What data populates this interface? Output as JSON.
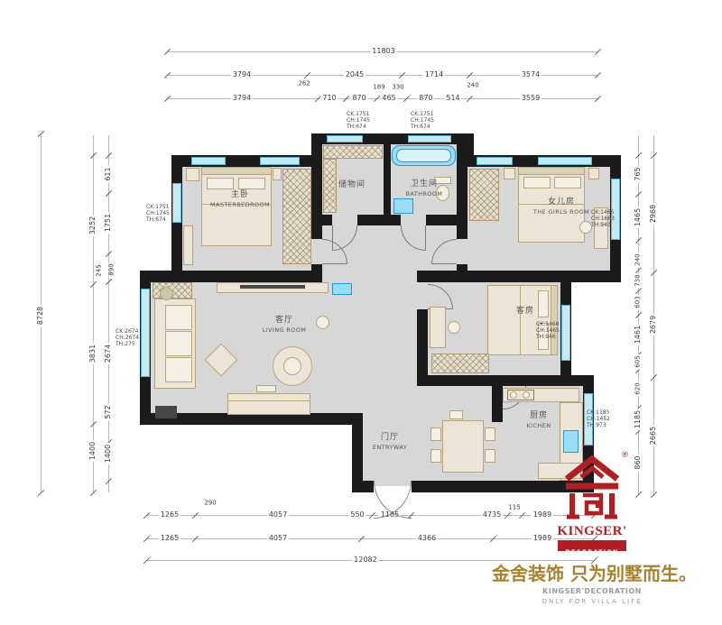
{
  "dimensions": {
    "top": {
      "total": "11803",
      "row1": [
        "3794",
        "2045",
        "1714",
        "3574"
      ],
      "row1_small": [
        "262",
        "240"
      ],
      "row2_small": [
        "189",
        "330"
      ],
      "row2": [
        "3794",
        "710",
        "870",
        "465",
        "870",
        "514",
        "3559"
      ]
    },
    "left": {
      "total": "8728",
      "outer": [
        "3252",
        "3831",
        "1400"
      ],
      "inner": [
        "611",
        "1751",
        "245",
        "890",
        "2674",
        "572",
        "1400"
      ]
    },
    "right": {
      "inner": [
        "765",
        "1465",
        "240",
        "738",
        "603",
        "1461",
        "605",
        "620",
        "1185",
        "860"
      ],
      "outer": [
        "2968",
        "2679",
        "2665"
      ]
    },
    "bottom": {
      "total": "12082",
      "small": [
        "290",
        "115"
      ],
      "row1": [
        "1265",
        "4057",
        "550",
        "1185",
        "4735",
        "1989"
      ],
      "row2": [
        "1265",
        "4057",
        "4366",
        "1989"
      ]
    }
  },
  "rooms": {
    "master": {
      "cn": "主卧",
      "en": "MASTERBEDROOM"
    },
    "storage": {
      "cn": "储物间"
    },
    "bathroom": {
      "cn": "卫生间",
      "en": "BATHROOM"
    },
    "girls": {
      "cn": "女儿房",
      "en": "THE GIRLS ROOM"
    },
    "living": {
      "cn": "客厅",
      "en": "LIVING ROOM"
    },
    "guest": {
      "cn": "客房"
    },
    "entry": {
      "cn": "门厅",
      "en": "ENTRYWAY"
    },
    "kitchen": {
      "cn": "厨房",
      "en": "KICHEN"
    }
  },
  "window_tags": [
    {
      "l1": "CK:1751",
      "l2": "CH:1745",
      "l3": "TH:674"
    },
    {
      "l1": "CK:1751",
      "l2": "CH:1745",
      "l3": "TH:674"
    },
    {
      "l1": "CK:1751",
      "l2": "CH:1745",
      "l3": "TH:674"
    },
    {
      "l1": "CK:1465",
      "l2": "CH:1663",
      "l3": "TH:940"
    },
    {
      "l1": "CK:2674",
      "l2": "CH:2674",
      "l3": "TH:275"
    },
    {
      "l1": "CK:1466",
      "l2": "CH:1465",
      "l3": "TH:946"
    },
    {
      "l1": "CK:1185",
      "l2": "CH:1452",
      "l3": "TH:973"
    }
  ],
  "logo": {
    "brand": "KINGSER'",
    "brand_sub": "DECORATION",
    "registered": "®",
    "slogan_cn": "金舍装饰 只为别墅而生。",
    "slogan_en": "KINGSER'DECORATION",
    "slogan_tag": "ONLY FOR VILLA LIFE"
  },
  "colors": {
    "wall": "#1b1b1b",
    "floor": "#d7d7d7",
    "window": "#c3eaf3",
    "fixture_blue": "#9adcf5",
    "furniture": "#ece5d6",
    "brand_red": "#b01f24",
    "slogan_gold": "#a9812e"
  }
}
